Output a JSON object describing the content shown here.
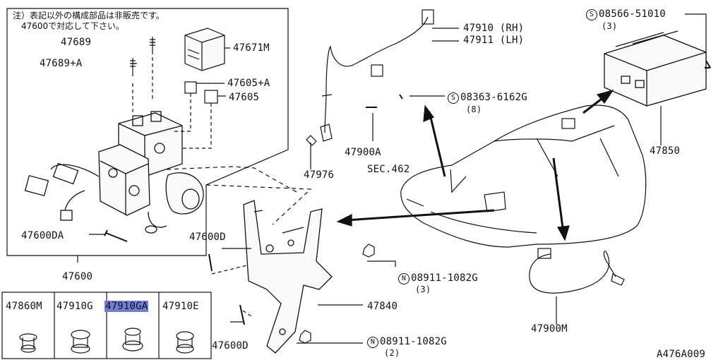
{
  "note": {
    "line1": "注）表記以外の構成部品は非販売です。",
    "line2": "47600で対応して下さい。"
  },
  "parts": {
    "p47689": "47689",
    "p47689a": "47689+A",
    "p47671m": "47671M",
    "p47605a": "47605+A",
    "p47605": "47605",
    "p47600da": "47600DA",
    "p47600": "47600",
    "p47910rh": "47910 (RH)",
    "p47911lh": "47911 (LH)",
    "bolt08363": "08363-6162G",
    "bolt08363_qty": "(8)",
    "p47900a": "47900A",
    "p47976": "47976",
    "sec462": "SEC.462",
    "bolt08566": "08566-51010",
    "bolt08566_qty": "(3)",
    "p47850": "47850",
    "p47600d_top": "47600D",
    "p47600d_bot": "47600D",
    "nut08911a": "08911-1082G",
    "nut08911a_qty": "(3)",
    "nut08911b": "08911-1082G",
    "nut08911b_qty": "(2)",
    "p47840": "47840",
    "p47900m": "47900M"
  },
  "symbols": {
    "s": "S",
    "n": "N"
  },
  "clips": [
    "47860M",
    "47910G",
    "47910GA",
    "47910E"
  ],
  "diagram_code": "A476A009",
  "colors": {
    "highlight": "#6f7fd6",
    "line": "#111111"
  }
}
